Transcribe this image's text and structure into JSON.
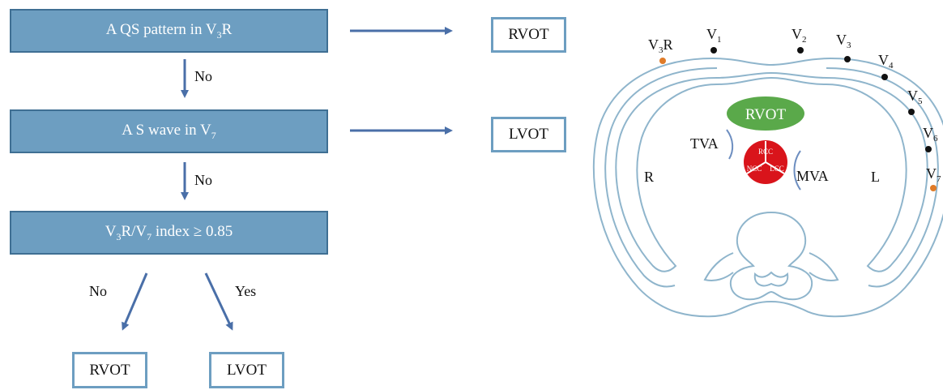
{
  "flowchart": {
    "step1": {
      "prefix": "A QS pattern in V",
      "sub": "3",
      "suffix": "R"
    },
    "step2": {
      "prefix": "A S wave in V",
      "sub": "7",
      "suffix": ""
    },
    "step3": {
      "a": "V",
      "a_sub": "3",
      "b": "R/V",
      "b_sub": "7",
      "c": " index ≥ 0.85"
    },
    "result1": "RVOT",
    "result2": "LVOT",
    "result_no": "RVOT",
    "result_yes": "LVOT",
    "label_no_1": "No",
    "label_no_2": "No",
    "label_no_3": "No",
    "label_yes": "Yes"
  },
  "anatomy": {
    "rvot": "RVOT",
    "tva": "TVA",
    "mva": "MVA",
    "right": "R",
    "left": "L",
    "rcc": "RCC",
    "ncc": "NCC",
    "lcc": "LCC",
    "leads": {
      "v3r": {
        "base": "V",
        "sub": "3",
        "suffix": "R"
      },
      "v1": {
        "base": "V",
        "sub": "1"
      },
      "v2": {
        "base": "V",
        "sub": "2"
      },
      "v3": {
        "base": "V",
        "sub": "3"
      },
      "v4": {
        "base": "V",
        "sub": "4"
      },
      "v5": {
        "base": "V",
        "sub": "5"
      },
      "v6": {
        "base": "V",
        "sub": "6"
      },
      "v7": {
        "base": "V",
        "sub": "7"
      }
    }
  },
  "colors": {
    "box_fill": "#6d9ec1",
    "box_border": "#3f6f93",
    "arrow": "#4a6fa8",
    "thorax_line": "#8fb5cc",
    "rvot_fill": "#5aa94a",
    "aortic_fill": "#d9141b",
    "electrode_black": "#111111",
    "electrode_orange": "#e07b28"
  }
}
